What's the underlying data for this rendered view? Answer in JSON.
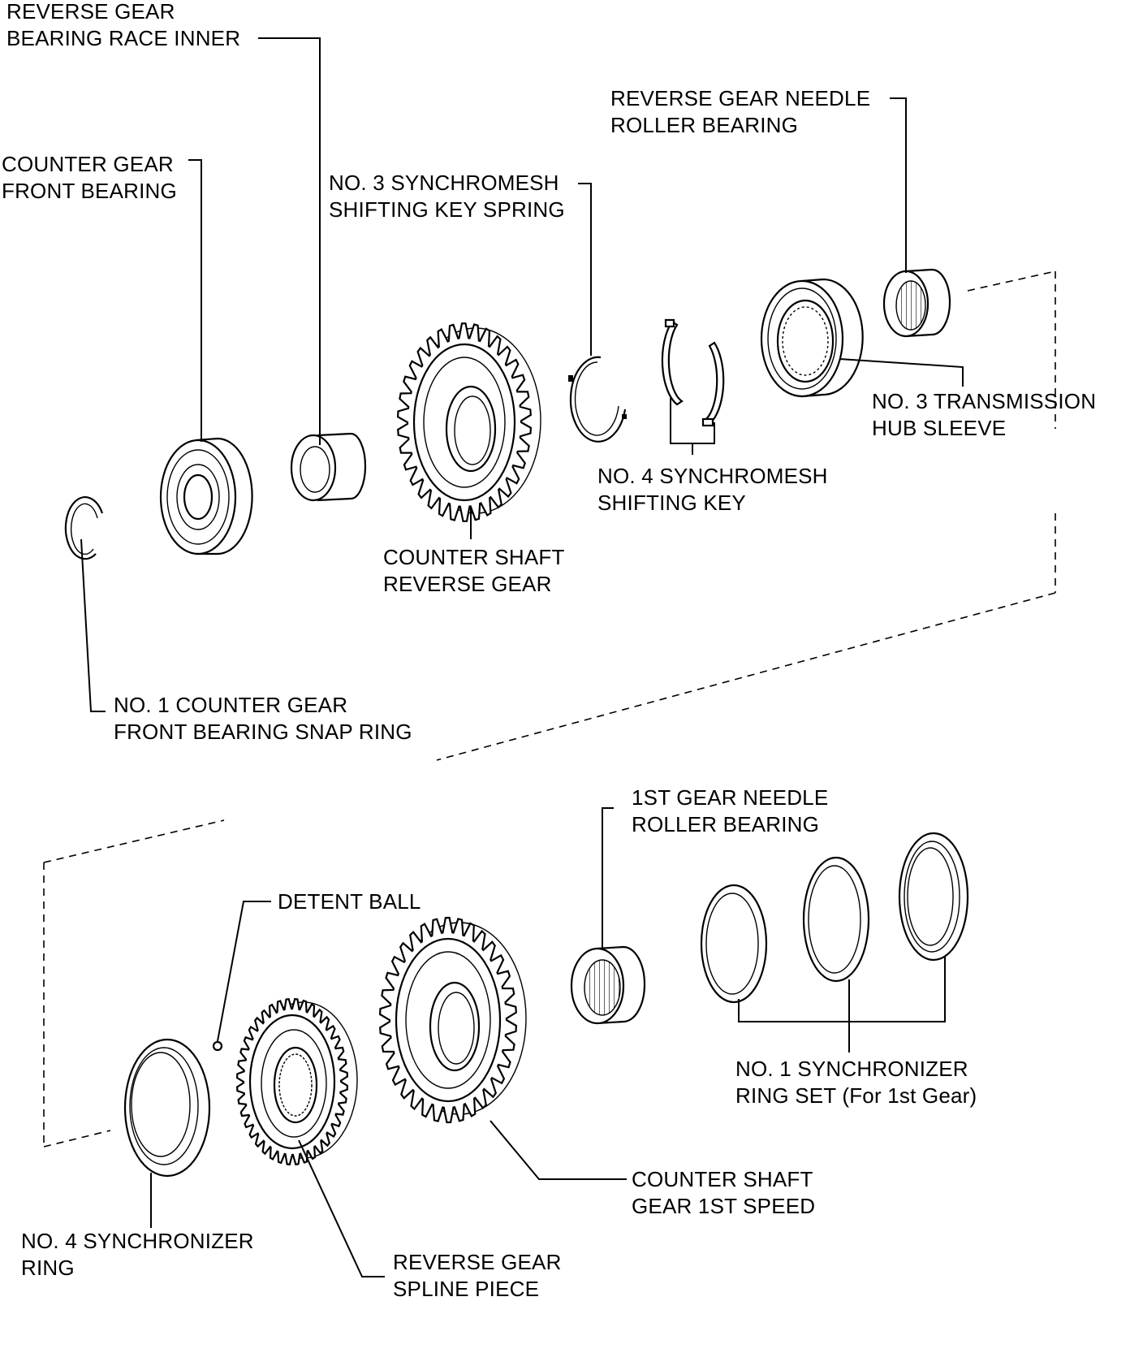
{
  "colors": {
    "ink": "#000000",
    "background": "#ffffff"
  },
  "labels": {
    "reverse_gear_bearing_race_inner": [
      "REVERSE GEAR",
      "BEARING RACE INNER"
    ],
    "counter_gear_front_bearing": [
      "COUNTER GEAR",
      "FRONT BEARING"
    ],
    "no3_synchromesh_shifting_key_spring": [
      "NO. 3 SYNCHROMESH",
      "SHIFTING KEY SPRING"
    ],
    "reverse_gear_needle_roller_bearing": [
      "REVERSE GEAR NEEDLE",
      "ROLLER BEARING"
    ],
    "no3_transmission_hub_sleeve": [
      "NO. 3 TRANSMISSION",
      "HUB SLEEVE"
    ],
    "no4_synchromesh_shifting_key": [
      "NO. 4 SYNCHROMESH",
      "SHIFTING KEY"
    ],
    "counter_shaft_reverse_gear": [
      "COUNTER SHAFT",
      "REVERSE GEAR"
    ],
    "no1_counter_gear_front_bearing_snap_ring": [
      "NO. 1 COUNTER GEAR",
      "FRONT BEARING SNAP RING"
    ],
    "first_gear_needle_roller_bearing": [
      "1ST GEAR NEEDLE",
      "ROLLER BEARING"
    ],
    "detent_ball": [
      "DETENT BALL"
    ],
    "no1_synchronizer_ring_set": [
      "NO. 1 SYNCHRONIZER",
      "RING SET (For 1st Gear)"
    ],
    "counter_shaft_gear_1st_speed": [
      "COUNTER SHAFT",
      "GEAR 1ST SPEED"
    ],
    "no4_synchronizer_ring": [
      "NO. 4 SYNCHRONIZER",
      "RING"
    ],
    "reverse_gear_spline_piece": [
      "REVERSE GEAR",
      "SPLINE PIECE"
    ]
  }
}
